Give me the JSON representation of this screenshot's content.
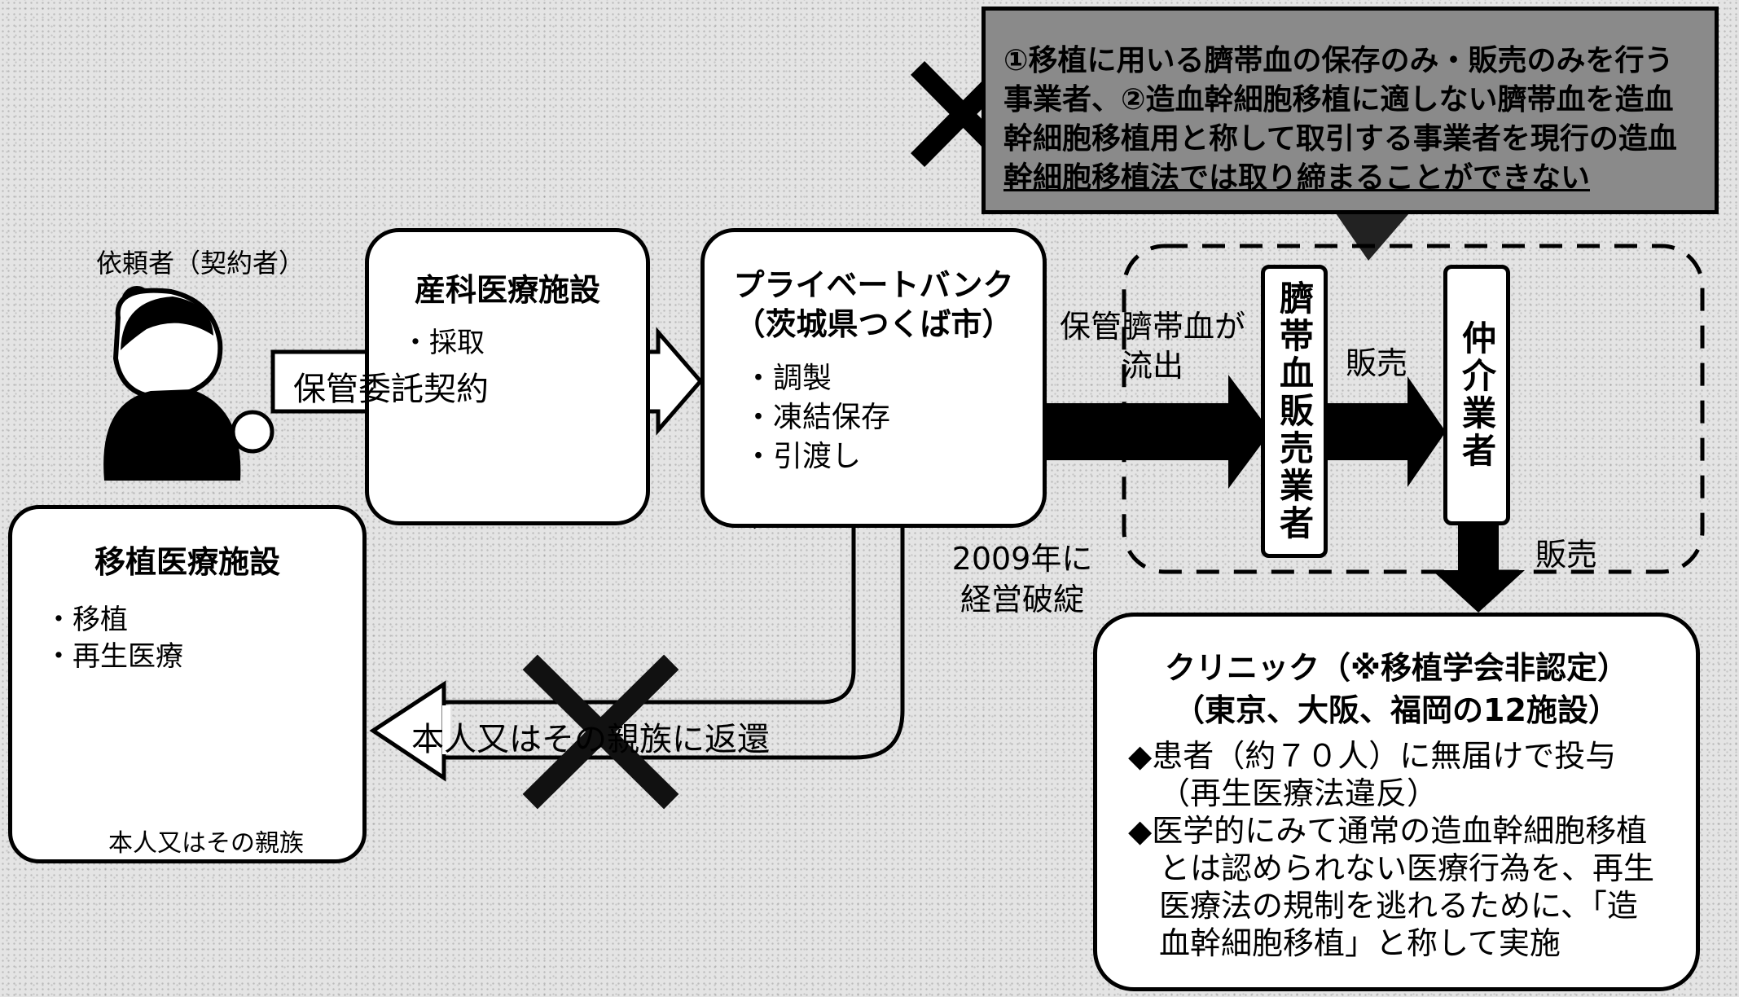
{
  "client": {
    "label": "依頼者（契約者）"
  },
  "obstetric": {
    "title": "産科医療施設",
    "items": [
      "・採取"
    ]
  },
  "contract_arrow": {
    "label": "保管委託契約"
  },
  "private_bank": {
    "title_line1": "プライベートバンク",
    "title_line2": "（茨城県つくば市）",
    "items": [
      "・調製",
      "・凍結保存",
      "・引渡し"
    ]
  },
  "bankrupt": {
    "line1": "2009年に",
    "line2": "経営破綻"
  },
  "outflow": {
    "line1": "保管臍帯血が",
    "line2": "流出"
  },
  "seller": {
    "label": "臍帯血販売業者"
  },
  "broker": {
    "label": "仲介業者"
  },
  "sale1": {
    "label": "販売"
  },
  "sale2": {
    "label": "販売"
  },
  "note": {
    "lines": [
      "①移植に用いる臍帯血の保存のみ・販売のみを行う",
      "事業者、②造血幹細胞移植に適しない臍帯血を造血",
      "幹細胞移植用と称して取引する事業者を現行の造血",
      "幹細胞移植法では取り締まることができない"
    ]
  },
  "transplant": {
    "title": "移植医療施設",
    "items": [
      "・移植",
      "・再生医療"
    ],
    "caption": "本人又はその親族"
  },
  "return_arrow": {
    "label": "本人又はその親族に返還"
  },
  "clinic": {
    "title_line1": "クリニック（※移植学会非認定）",
    "title_line2": "（東京、大阪、福岡の12施設）",
    "lines": [
      "◆患者（約７０人）に無届けで投与",
      "（再生医療法違反）",
      "◆医学的にみて通常の造血幹細胞移植",
      "とは認められない医療行為を、再生",
      "医療法の規制を逃れるために、「造",
      "血幹細胞移植」と称して実施"
    ]
  }
}
